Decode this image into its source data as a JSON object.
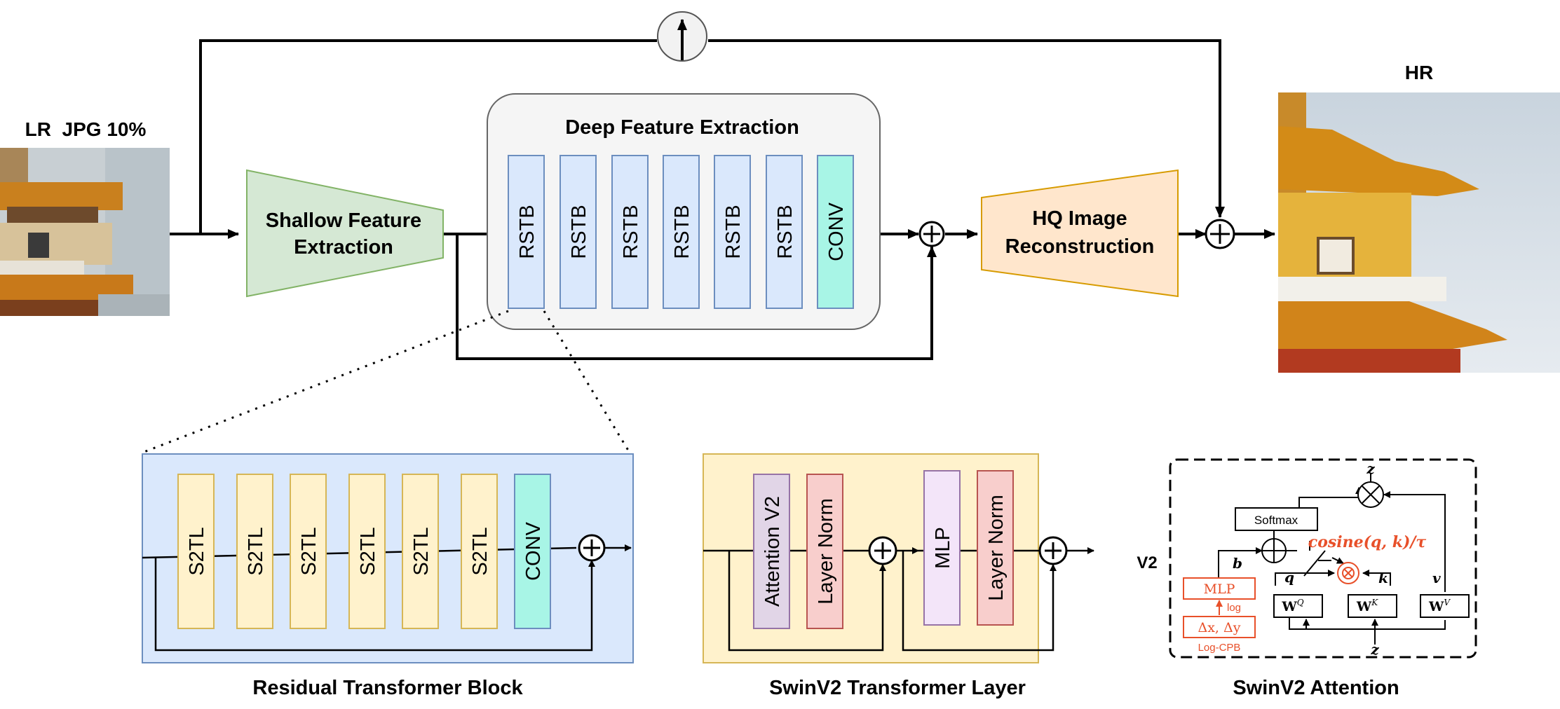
{
  "input": {
    "label": "LR  JPG 10%"
  },
  "output": {
    "label": "HR"
  },
  "upsample": {
    "symbol": "↑"
  },
  "shallow": {
    "line1": "Shallow Feature",
    "line2": "Extraction"
  },
  "deep": {
    "title": "Deep Feature Extraction",
    "blocks": [
      "RSTB",
      "RSTB",
      "RSTB",
      "RSTB",
      "RSTB",
      "RSTB"
    ],
    "conv": "CONV"
  },
  "hq": {
    "line1": "HQ Image",
    "line2": "Reconstruction"
  },
  "rtb": {
    "caption": "Residual Transformer Block",
    "layers": [
      "S2TL",
      "S2TL",
      "S2TL",
      "S2TL",
      "S2TL",
      "S2TL"
    ],
    "conv": "CONV"
  },
  "stl": {
    "caption": "SwinV2 Transformer Layer",
    "attn": "Attention V2",
    "norm1": "Layer Norm",
    "mlp": "MLP",
    "norm2": "Layer Norm"
  },
  "att": {
    "caption": "SwinV2 Attention",
    "tag": "V2",
    "softmax": "Softmax",
    "mlp": "MLP",
    "log": "log",
    "dxdy": "Δx, Δy",
    "logcpb": "Log-CPB",
    "cosine": "cosine(q, k)/τ",
    "b": "b",
    "q": "q",
    "k": "k",
    "v": "v",
    "z_top": "z",
    "z_bottom": "z",
    "wq": "W",
    "wq_sup": "Q",
    "wk": "W",
    "wk_sup": "K",
    "wv": "W",
    "wv_sup": "V"
  },
  "colors": {
    "green_fill": "#d5e8d4",
    "green_stroke": "#82b366",
    "blue_fill": "#dae8fc",
    "blue_stroke": "#6c8ebf",
    "cyan_fill": "#a8f5e6",
    "orange_fill": "#ffe6cc",
    "orange_stroke": "#d79b00",
    "yellow_fill": "#fff2cc",
    "yellow_stroke": "#d6b656",
    "purple_fill": "#e1d5e7",
    "purple_stroke": "#9673a6",
    "red_fill": "#f8cecc",
    "red_stroke": "#b85450",
    "lilac_fill": "#f3e5f9",
    "accent_red": "#e8502a"
  }
}
